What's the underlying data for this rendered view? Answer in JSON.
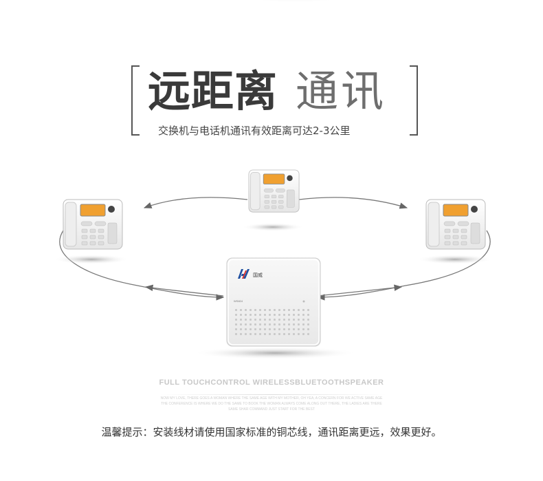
{
  "title": {
    "bold": "远距离",
    "light": "通讯",
    "subtitle": "交换机与电话机通讯有效距离可达2-3公里"
  },
  "diagram": {
    "device_brand": "国威",
    "device_model": "WS824",
    "phones": 3
  },
  "footer": {
    "english_heading": "FULL TOUCHCONTROL WIRELESSBLUETOOTHSPEAKER",
    "fine_print_1": "NOW MY LOVE, THERE GOES A WOMAN WHERE THE SAME AGE WITH MY MOTHER, OH YEA, A CONCERN FOR WE ACTIVE SAME AGE",
    "fine_print_2": "THE CONFERENCE IS WHERE WE DO THE SAME TO BOOK THE WOMAN ALWAYS COME ALONG OUT THERE, THE LADIES ARE THERE",
    "fine_print_3": "SAME SHAR COMMAND JUST START FOR THE BEST",
    "tip": "温馨提示：安装线材请使用国家标准的铜芯线，通讯距离更远，效果更好。"
  },
  "colors": {
    "title_dark": "#3a3a3a",
    "device_body": "#f2f2f2",
    "display_orange": "#f0a030",
    "brand_red": "#d9302c",
    "brand_blue": "#2050a0"
  }
}
